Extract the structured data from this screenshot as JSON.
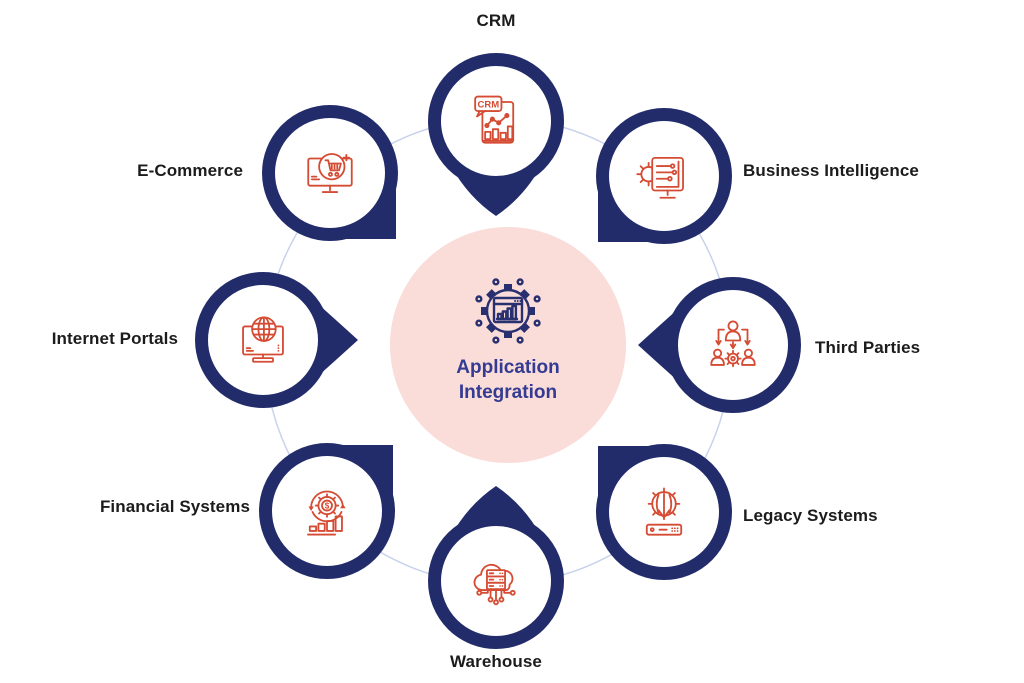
{
  "center": {
    "label": "Application Integration",
    "icon": "application-integration-gear-chart-icon"
  },
  "nodes": [
    {
      "label": "CRM",
      "icon": "crm-report-chart-icon",
      "badge": "CRM"
    },
    {
      "label": "Business Intelligence",
      "icon": "monitor-circuit-gear-icon"
    },
    {
      "label": "Third Parties",
      "icon": "people-hierarchy-gear-icon"
    },
    {
      "label": "Legacy Systems",
      "icon": "gear-download-server-icon"
    },
    {
      "label": "Warehouse",
      "icon": "cloud-server-network-icon"
    },
    {
      "label": "Financial Systems",
      "icon": "dollar-gear-bars-icon",
      "glyph": "$"
    },
    {
      "label": "Internet Portals",
      "icon": "monitor-globe-icon"
    },
    {
      "label": "E-Commerce",
      "icon": "monitor-shopping-cart-icon"
    }
  ],
  "colors": {
    "navy": "#232c6a",
    "icon_red": "#d54b33",
    "center_pink": "#fadcd8",
    "orbit_line": "#c9d2ec",
    "center_text": "#333b92",
    "label_text": "#1c1c1c"
  }
}
